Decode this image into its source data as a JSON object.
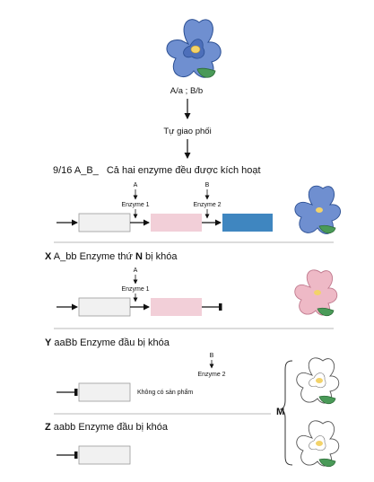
{
  "genotype": "A/a ; B/b",
  "cross_label": "Tự giao phối",
  "class1": {
    "ratio": "9/16 A_B_",
    "description": "Cả hai enzyme đều được kích hoạt"
  },
  "class2": {
    "prefix": "X",
    "genotype": "A_bb",
    "desc_start": "Enzyme thứ",
    "desc_var": "N",
    "desc_end": "bị khóa"
  },
  "class3": {
    "prefix": "Y",
    "genotype": "aaBb",
    "description": "Enzyme đầu bị khóa"
  },
  "class4": {
    "prefix": "Z",
    "genotype": "aabb",
    "description": "Enzyme đầu bị khóa"
  },
  "gene_a": "A",
  "gene_b": "B",
  "enzyme_1": "Enzyme 1",
  "enzyme_2": "Enzyme 2",
  "no_product": "Không có sản phẩm",
  "bracket_label": "M",
  "colors": {
    "blue_petal": "#6f8fd0",
    "blue_box": "#3f86c0",
    "pink_box": "#f2cfd8",
    "pink_petal": "#eeb9c6",
    "grey_box": "#f1f1f1",
    "leaf": "#4a9a58",
    "line": "#b8b8b8"
  }
}
